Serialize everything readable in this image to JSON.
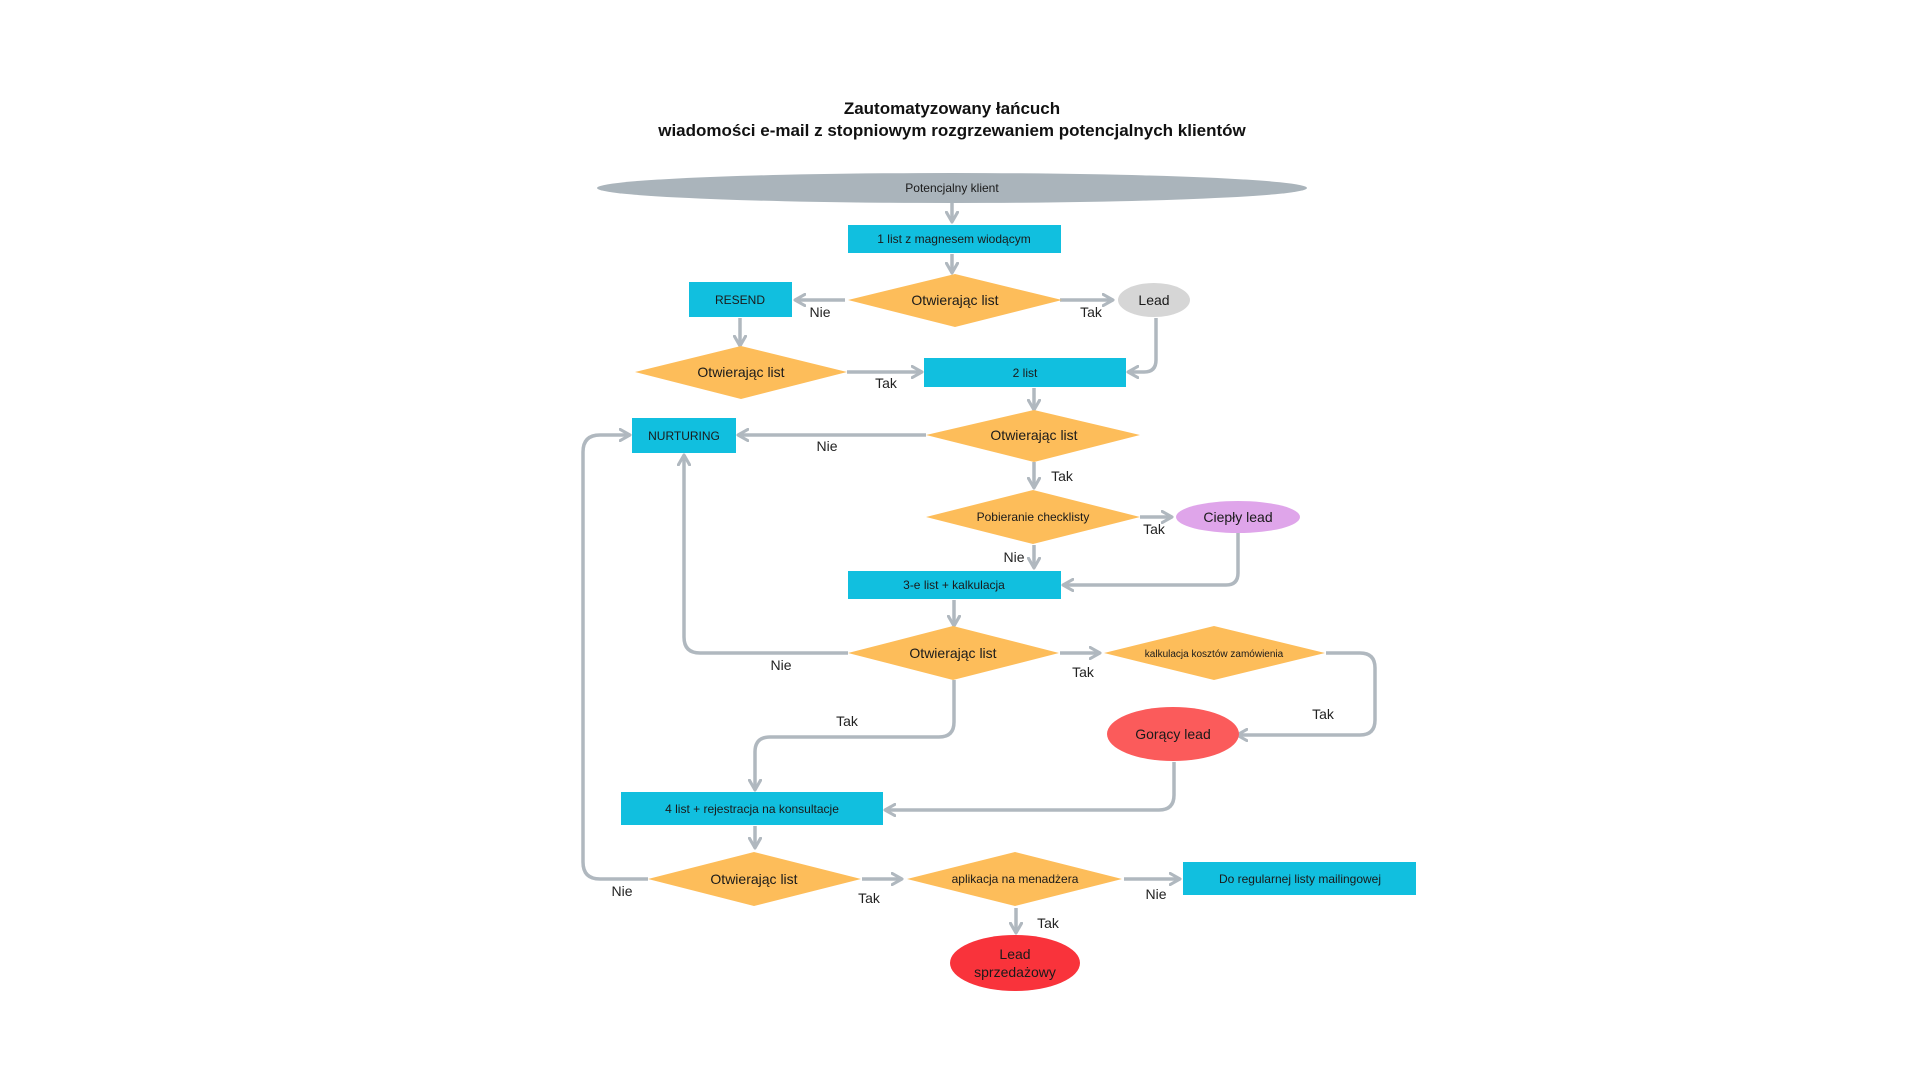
{
  "title": {
    "line1": "Zautomatyzowany łańcuch",
    "line2": "wiadomości e-mail z stopniowym rozgrzewaniem potencjalnych klientów"
  },
  "colors": {
    "process": "#11bfdf",
    "decision": "#fdbd5a",
    "start": "#aab4bb",
    "lead": "#d6d6d6",
    "warm": "#dfa5ea",
    "hot": "#fb5b5b",
    "sales": "#f9333b",
    "edge": "#b0b8bf"
  },
  "nodes": {
    "start": "Potencjalny klient",
    "letter1": "1 list z magnesem wiodącym",
    "open1": "Otwierając list",
    "resend": "RESEND",
    "lead": "Lead",
    "open_resend": "Otwierając list",
    "letter2": "2 list",
    "open2": "Otwierając list",
    "nurturing": "NURTURING",
    "checklist": "Pobieranie checklisty",
    "warm_lead": "Ciepły lead",
    "letter3": "3-e list + kalkulacja",
    "open3": "Otwierając list",
    "calc": "kalkulacja kosztów zamówienia",
    "hot_lead": "Gorący lead",
    "letter4": "4 list + rejestracja na konsultacje",
    "open4": "Otwierając list",
    "manager": "aplikacja na menadżera",
    "regular": "Do regularnej listy mailingowej",
    "sales_lead_line1": "Lead",
    "sales_lead_line2": "sprzedażowy"
  },
  "edge_labels": {
    "open1_no": "Nie",
    "open1_yes": "Tak",
    "open_resend_yes": "Tak",
    "open2_no": "Nie",
    "open2_yes": "Tak",
    "checklist_yes": "Tak",
    "checklist_no": "Nie",
    "open3_no": "Nie",
    "open3_yes_calc": "Tak",
    "calc_yes": "Tak",
    "open3_yes_letter4": "Tak",
    "open4_no": "Nie",
    "open4_yes": "Tak",
    "manager_no": "Nie",
    "manager_yes": "Tak"
  }
}
